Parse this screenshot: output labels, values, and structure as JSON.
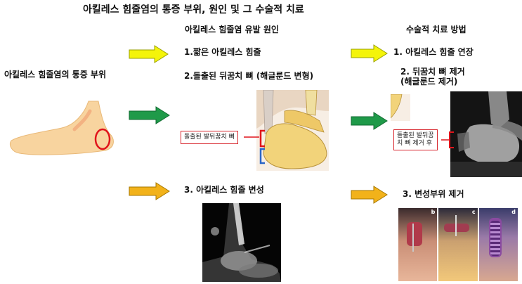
{
  "title": "아킬레스 힘줄염의 통증 부위, 원인 및 그 수술적 치료",
  "pain_site": {
    "label": "아킬레스 힘줄염의 통증 부위"
  },
  "causes": {
    "header": "아킬레스 힘줄염 유발 원인",
    "items": [
      "1.짧은 아킬레스 힘줄",
      "2.돌출된 뒤꿈치 뼈 (해글룬드 변형)",
      "3. 아킬레스 힘줄 변성"
    ],
    "callout": "돌출된 발뒤꿈치 뼈"
  },
  "treatment": {
    "header": "수술적 치료 방법",
    "items": [
      "1. 아킬레스 힘줄 연장",
      "2. 뒤꿈치 뼈 제거\n(해글룬드 제거)",
      "3. 변성부위 제거"
    ],
    "callout": "돌출된 발뒤꿈\n치 뼈 제거 후"
  },
  "photo_labels": [
    "b",
    "c",
    "d"
  ],
  "colors": {
    "arrow_yellow": "#f4f40a",
    "arrow_green": "#1f9a49",
    "arrow_orange": "#f2b21a",
    "highlight_red": "#e1141b",
    "bracket_blue": "#2a66c8",
    "foot_skin": "#f8d49f"
  }
}
